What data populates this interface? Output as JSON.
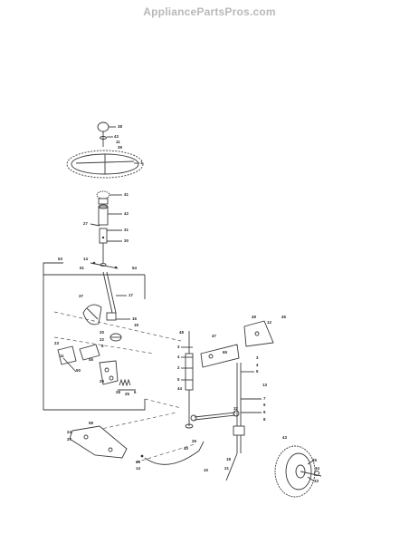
{
  "watermark": "AppliancePartsPros.com",
  "callouts": [
    {
      "id": "c-38",
      "text": "38"
    },
    {
      "id": "c-43a",
      "text": "43"
    },
    {
      "id": "c-11a",
      "text": "11"
    },
    {
      "id": "c-39a",
      "text": "39"
    },
    {
      "id": "c-1",
      "text": "1"
    },
    {
      "id": "c-41",
      "text": "41"
    },
    {
      "id": "c-42",
      "text": "42"
    },
    {
      "id": "c-27a",
      "text": "27"
    },
    {
      "id": "c-31a",
      "text": "31"
    },
    {
      "id": "c-30",
      "text": "30"
    },
    {
      "id": "c-14a",
      "text": "14"
    },
    {
      "id": "c-51",
      "text": "51"
    },
    {
      "id": "c-54",
      "text": "54"
    },
    {
      "id": "c-53",
      "text": "53"
    },
    {
      "id": "c-17",
      "text": "17"
    },
    {
      "id": "c-37",
      "text": "37"
    },
    {
      "id": "c-16",
      "text": "16"
    },
    {
      "id": "c-19",
      "text": "19"
    },
    {
      "id": "c-20",
      "text": "20"
    },
    {
      "id": "c-22",
      "text": "22"
    },
    {
      "id": "c-8a",
      "text": "8"
    },
    {
      "id": "c-23",
      "text": "23"
    },
    {
      "id": "c-11b",
      "text": "11"
    },
    {
      "id": "c-46",
      "text": "46"
    },
    {
      "id": "c-50",
      "text": "50"
    },
    {
      "id": "c-29",
      "text": "29"
    },
    {
      "id": "c-28",
      "text": "28"
    },
    {
      "id": "c-25",
      "text": "25"
    },
    {
      "id": "c-6a",
      "text": "6"
    },
    {
      "id": "c-48",
      "text": "48"
    },
    {
      "id": "c-47",
      "text": "47"
    },
    {
      "id": "c-3a",
      "text": "3"
    },
    {
      "id": "c-4a",
      "text": "4"
    },
    {
      "id": "c-2",
      "text": "2"
    },
    {
      "id": "c-5a",
      "text": "5"
    },
    {
      "id": "c-44",
      "text": "44"
    },
    {
      "id": "c-65",
      "text": "65"
    },
    {
      "id": "c-49",
      "text": "49"
    },
    {
      "id": "c-12",
      "text": "12"
    },
    {
      "id": "c-45",
      "text": "45"
    },
    {
      "id": "c-3b",
      "text": "3"
    },
    {
      "id": "c-4b",
      "text": "4"
    },
    {
      "id": "c-5b",
      "text": "5"
    },
    {
      "id": "c-13",
      "text": "13"
    },
    {
      "id": "c-7",
      "text": "7"
    },
    {
      "id": "c-9",
      "text": "9"
    },
    {
      "id": "c-6b",
      "text": "6"
    },
    {
      "id": "c-8b",
      "text": "8"
    },
    {
      "id": "c-32",
      "text": "32"
    },
    {
      "id": "c-58",
      "text": "58"
    },
    {
      "id": "c-24",
      "text": "24"
    },
    {
      "id": "c-27b",
      "text": "27"
    },
    {
      "id": "c-26",
      "text": "26"
    },
    {
      "id": "c-40",
      "text": "40"
    },
    {
      "id": "c-18",
      "text": "18"
    },
    {
      "id": "c-21",
      "text": "21"
    },
    {
      "id": "c-10",
      "text": "10"
    },
    {
      "id": "c-43b",
      "text": "43"
    },
    {
      "id": "c-35",
      "text": "35"
    },
    {
      "id": "c-34",
      "text": "34"
    },
    {
      "id": "c-39b",
      "text": "39"
    },
    {
      "id": "c-14b",
      "text": "14"
    },
    {
      "id": "c-33",
      "text": "33"
    }
  ]
}
